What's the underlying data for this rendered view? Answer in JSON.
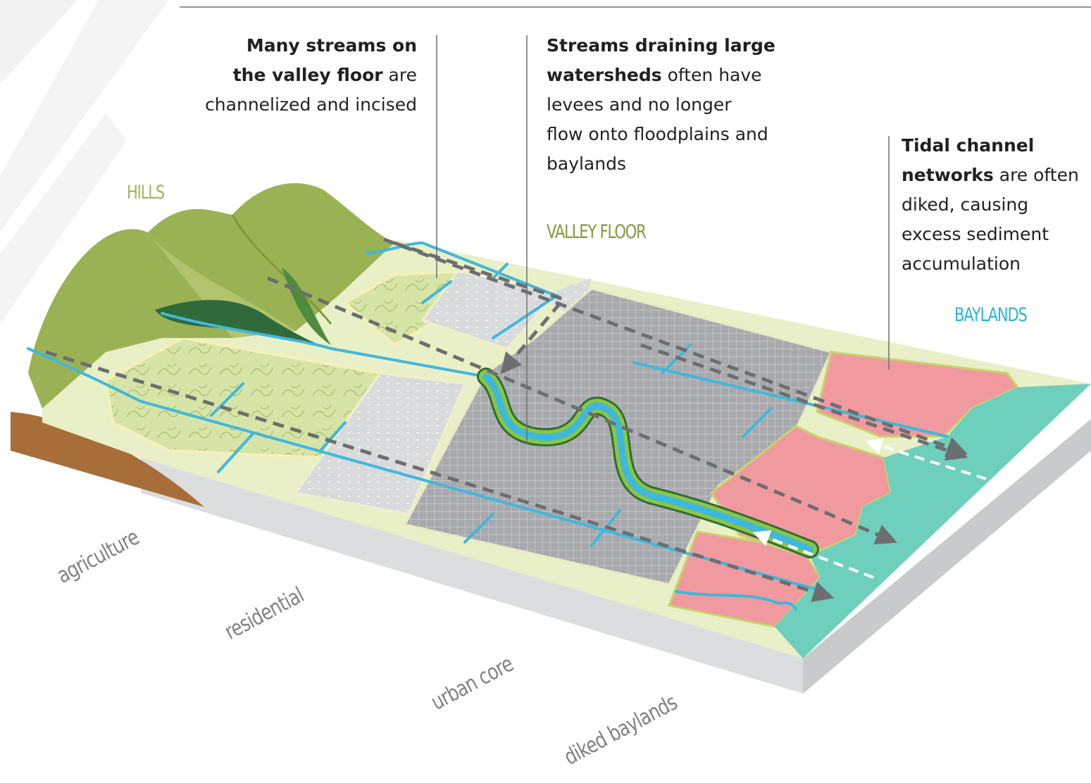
{
  "callouts": {
    "streams_valley": {
      "bold_1": "Many streams on",
      "bold_2": "the valley floor",
      "text_2": " are",
      "text_3": "channelized and incised"
    },
    "large_watersheds": {
      "bold_1": "Streams draining large",
      "bold_2": "watersheds",
      "text_2": " often have",
      "text_3": "levees and no longer",
      "text_4": "flow onto floodplains and",
      "text_5": "baylands"
    },
    "tidal": {
      "bold_1": "Tidal channel",
      "bold_2": "networks",
      "text_2": " are often",
      "text_3": "diked, causing",
      "text_4": "excess sediment",
      "text_5": "accumulation"
    }
  },
  "regions": {
    "hills": "HILLS",
    "valley_floor": "VALLEY FLOOR",
    "baylands": "BAYLANDS"
  },
  "zones": {
    "agriculture": "agriculture",
    "residential": "residential",
    "urban_core": "urban core",
    "diked_baylands": "diked baylands"
  },
  "colors": {
    "hills_label": "#a4b25a",
    "valley_label": "#7f9a3a",
    "baylands_label": "#2fb2d9",
    "stream": "#3fb8dd",
    "arrow": "#6d6e70",
    "diked": "#f09aa0",
    "bay": "#6ecfbd",
    "urban": "#a7a9ac",
    "residential": "#d9dadb",
    "agriculture": "#d7e4a8",
    "hill_green": "#9bb254",
    "soil": "#a86e3a"
  }
}
